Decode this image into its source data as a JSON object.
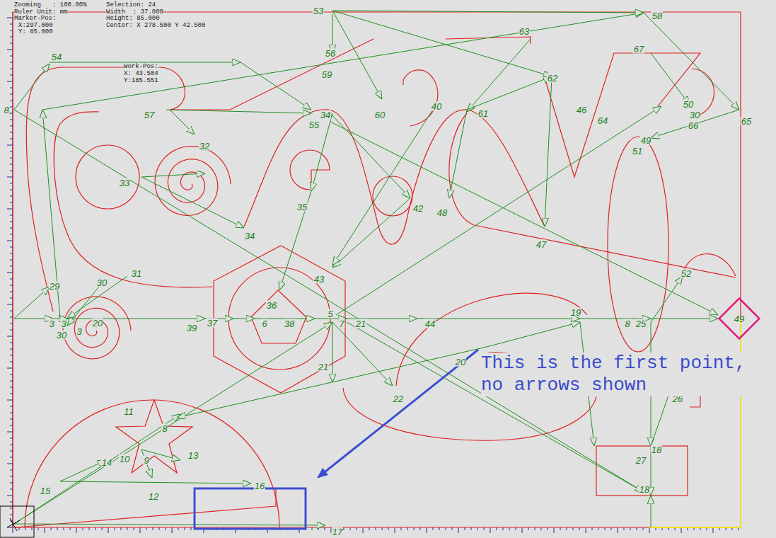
{
  "diagram": {
    "nodes": [
      {
        "text": [
          "49"
        ]
      }
    ],
    "labels": [
      "Zooming   : 100.00%",
      "Selection: 24",
      "Ruler Unit: mm",
      "Width  : 37.000",
      "Marker-Pos:",
      "Height: 85.000",
      "X:297.000",
      "Center: X 278.500 Y 42.500",
      "Y: 85.000",
      "Work-Pos:",
      "X: 43.504",
      "Y:185.551",
      "53",
      "58",
      "63",
      "54",
      "56",
      "59",
      "67",
      "62",
      "8",
      "57",
      "34",
      "55",
      "60",
      "40",
      "61",
      "46",
      "64",
      "50",
      "30",
      "66",
      "65",
      "32",
      "49",
      "51",
      "33",
      "35",
      "42",
      "48",
      "34",
      "47",
      "31",
      "43",
      "52",
      "29",
      "30",
      "36",
      "3",
      "3",
      "20",
      "39",
      "37",
      "6",
      "38",
      "5",
      "7",
      "21",
      "44",
      "19",
      "8",
      "25",
      "3",
      "30",
      "20",
      "21",
      "22",
      "26",
      "11",
      "8",
      "13",
      "10",
      "9",
      "14",
      "18",
      "27",
      "16",
      "15",
      "12",
      "18",
      "17",
      "This is the first point, no arrows shown"
    ]
  }
}
